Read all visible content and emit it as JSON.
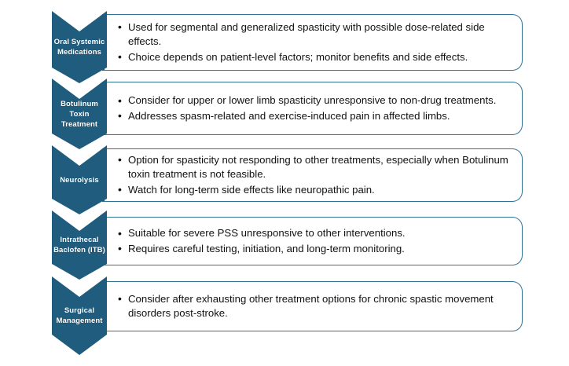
{
  "diagram": {
    "type": "chevron-process-flow",
    "orientation": "vertical",
    "accent_color": "#1F5C7E",
    "border_color": "#2E7294",
    "text_color": "#111111",
    "background_color": "#FFFFFF",
    "steps": [
      {
        "label": "Oral Systemic Medications",
        "bullets": [
          "Used for segmental and generalized spasticity with possible dose-related side effects.",
          "Choice depends on patient-level factors; monitor benefits and side effects."
        ]
      },
      {
        "label": "Botulinum Toxin Treatment",
        "bullets": [
          "Consider for upper or lower limb spasticity unresponsive to non-drug treatments.",
          "Addresses spasm-related and exercise-induced pain in affected limbs."
        ]
      },
      {
        "label": "Neurolysis",
        "bullets": [
          "Option for spasticity not responding to other treatments, especially when Botulinum toxin treatment is not feasible.",
          "Watch for long-term side effects like neuropathic pain."
        ]
      },
      {
        "label": "Intrathecal Baclofen (ITB)",
        "bullets": [
          "Suitable for severe PSS unresponsive to other interventions.",
          "Requires careful testing, initiation, and long-term monitoring."
        ]
      },
      {
        "label": "Surgical Management",
        "bullets": [
          "Consider after exhausting other treatment options for chronic spastic movement disorders post-stroke."
        ]
      }
    ]
  }
}
